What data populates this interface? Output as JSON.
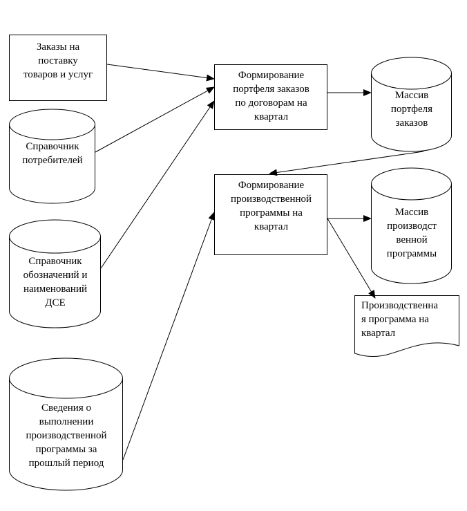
{
  "diagram": {
    "nodes": [
      {
        "id": "orders",
        "shape": "rect",
        "text": "Заказы на\nпоставку\nтоваров и услуг"
      },
      {
        "id": "consumers",
        "shape": "cylinder",
        "text": "Справочник\nпотребителей"
      },
      {
        "id": "designations",
        "shape": "cylinder",
        "text": "Справочник\nобозначений и\nнаименований\nДСЕ"
      },
      {
        "id": "past_info",
        "shape": "cylinder",
        "text": "Сведения о\nвыполнении\nпроизводственной\nпрограммы за\nпрошлый период"
      },
      {
        "id": "form_portfolio",
        "shape": "rect",
        "text": "Формирование\nпортфеля заказов\nпо договорам на\nквартал"
      },
      {
        "id": "portfolio_array",
        "shape": "cylinder",
        "text": "Массив\nпортфеля\nзаказов"
      },
      {
        "id": "form_program",
        "shape": "rect",
        "text": "Формирование\nпроизводственной\nпрограммы на\nквартал"
      },
      {
        "id": "program_array",
        "shape": "cylinder",
        "text": "Массив\nпроизводст\nвенной\nпрограммы"
      },
      {
        "id": "program_doc",
        "shape": "document",
        "text": "Производственна\nя программа на\nквартал"
      }
    ],
    "edges": [
      {
        "from": "orders",
        "to": "form_portfolio"
      },
      {
        "from": "consumers",
        "to": "form_portfolio"
      },
      {
        "from": "designations",
        "to": "form_portfolio"
      },
      {
        "from": "form_portfolio",
        "to": "portfolio_array"
      },
      {
        "from": "portfolio_array",
        "to": "form_program"
      },
      {
        "from": "past_info",
        "to": "form_program"
      },
      {
        "from": "form_program",
        "to": "program_array"
      },
      {
        "from": "form_program",
        "to": "program_doc"
      }
    ]
  }
}
